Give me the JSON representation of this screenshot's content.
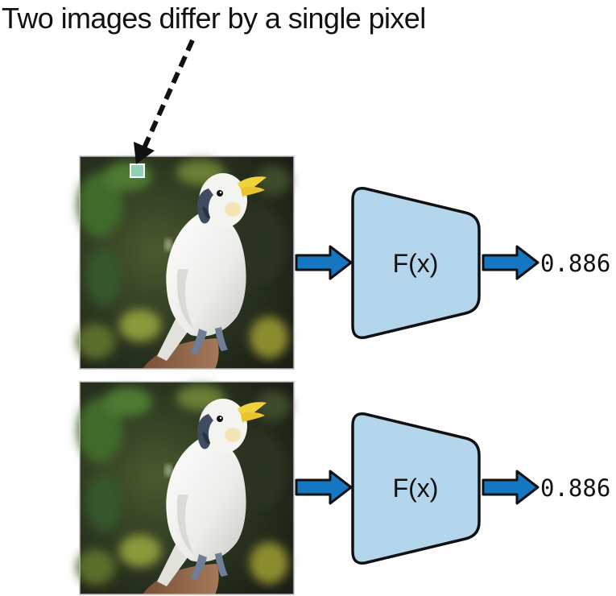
{
  "caption": "Two images differ by a single pixel",
  "rows": [
    {
      "function_label": "F(x)",
      "output_value": "0.886",
      "image_icon": "cockatoo-photo",
      "has_changed_pixel": true
    },
    {
      "function_label": "F(x)",
      "output_value": "0.886",
      "image_icon": "cockatoo-photo",
      "has_changed_pixel": false
    }
  ],
  "colors": {
    "arrow": "#1576c2",
    "function_fill": "#b3d6ed",
    "changed_pixel": "#8fd1b6",
    "photo_background": "#2e3a22"
  }
}
